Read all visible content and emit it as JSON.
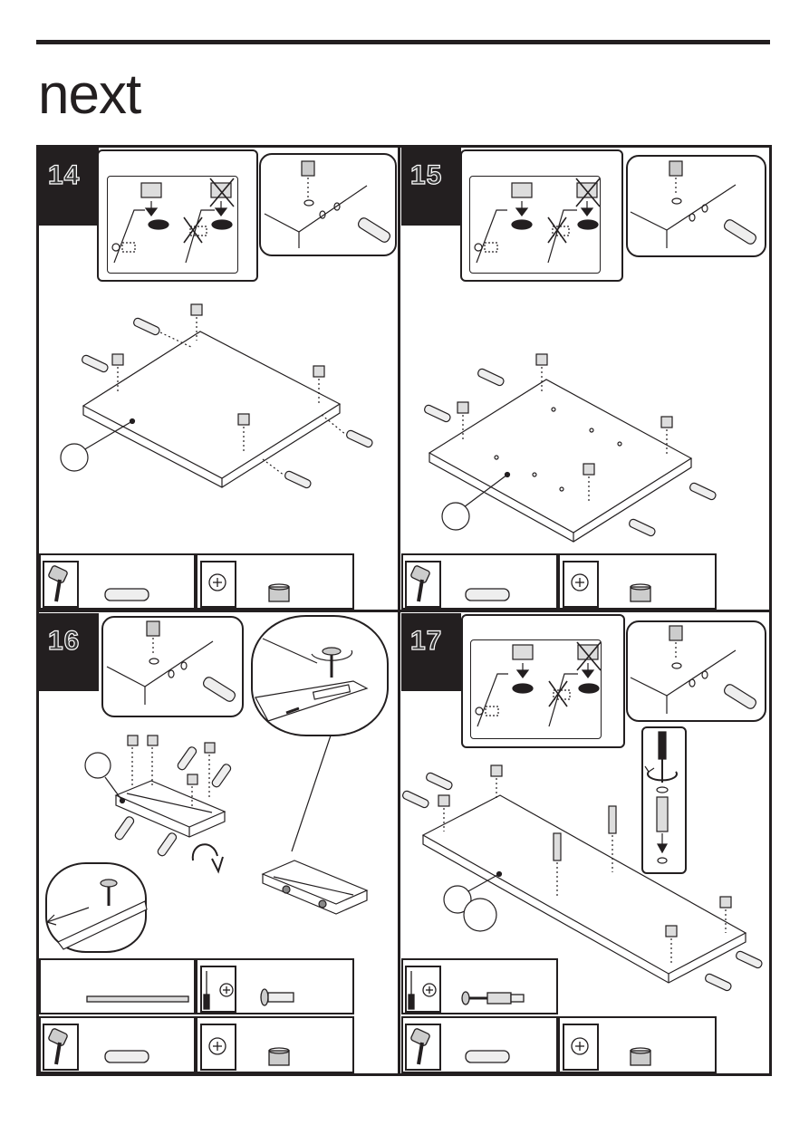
{
  "brand": {
    "logo_text": "next"
  },
  "steps": [
    {
      "number": "14"
    },
    {
      "number": "15"
    },
    {
      "number": "16"
    },
    {
      "number": "17"
    }
  ],
  "icons": {
    "hammer": "hammer-icon",
    "screwdriver": "phillips-screwdriver-icon",
    "cam_lock": "cam-lock-icon",
    "dowel": "wooden-dowel-icon",
    "screw": "screw-icon",
    "cam_bolt": "cam-bolt-icon",
    "drawer_runner": "drawer-runner-icon"
  },
  "colors": {
    "ink": "#231f20",
    "fill": "#ffffff",
    "tab": "#231f20",
    "part": "#cfcfcf"
  }
}
